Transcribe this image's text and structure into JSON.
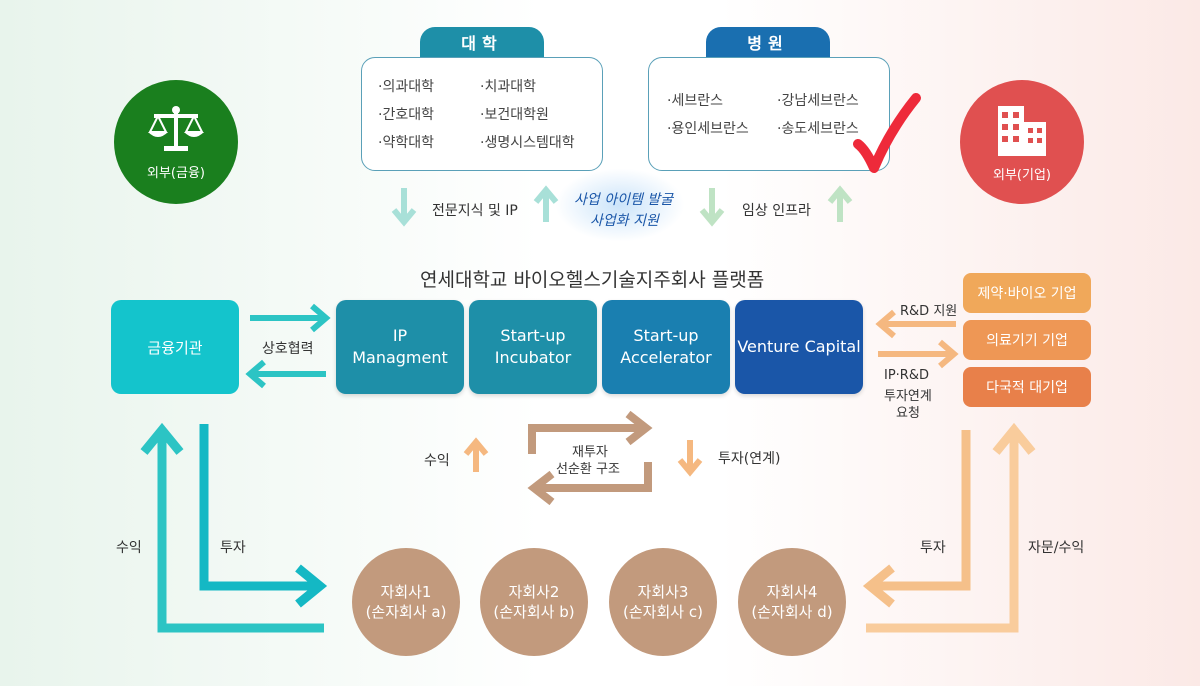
{
  "university": {
    "title": "대학",
    "items": [
      "·의과대학",
      "·치과대학",
      "·간호대학",
      "·보건대학원",
      "·약학대학",
      "·생명시스템대학"
    ]
  },
  "hospital": {
    "title": "병원",
    "items": [
      "·세브란스",
      "·강남세브란스",
      "·용인세브란스",
      "·송도세브란스"
    ]
  },
  "external_finance": {
    "label": "외부(금융)"
  },
  "external_company": {
    "label": "외부(기업)"
  },
  "top_flows": {
    "knowledge": "전문지식 및 IP",
    "support_line1": "사업 아이템 발굴",
    "support_line2": "사업화 지원",
    "clinical": "임상 인프라"
  },
  "platform": {
    "title": "연세대학교 바이오헬스기술지주회사 플랫폼",
    "finance": "금융기관",
    "mutual": "상호협력",
    "boxes": [
      "IP\nManagment",
      "Start-up\nIncubator",
      "Start-up\nAccelerator",
      "Venture Capital"
    ]
  },
  "right_flows": {
    "rd_support": "R&D 지원",
    "request_line1": "IP·R&D",
    "request_line2": "투자연계",
    "request_line3": "요청"
  },
  "companies": [
    "제약·바이오 기업",
    "의료기기 기업",
    "다국적 대기업"
  ],
  "middle": {
    "profit": "수익",
    "cycle_line1": "재투자",
    "cycle_line2": "선순환 구조",
    "invest": "투자(연계)"
  },
  "bottom": {
    "left_profit": "수익",
    "left_invest": "투자",
    "right_invest": "투자",
    "right_advice": "자문/수익",
    "subsidiaries": [
      "자회사1\n(손자회사 a)",
      "자회사2\n(손자회사 b)",
      "자회사3\n(손자회사 c)",
      "자회사4\n(손자회사 d)"
    ]
  },
  "colors": {
    "finance_green": "#1a7f1e",
    "company_red": "#e05050",
    "teal": "#14a6b8",
    "platform_teal": "#1e8fa8",
    "vc_blue": "#1a56a8",
    "orange": "#f5a95a",
    "brown": "#c29a7d"
  }
}
